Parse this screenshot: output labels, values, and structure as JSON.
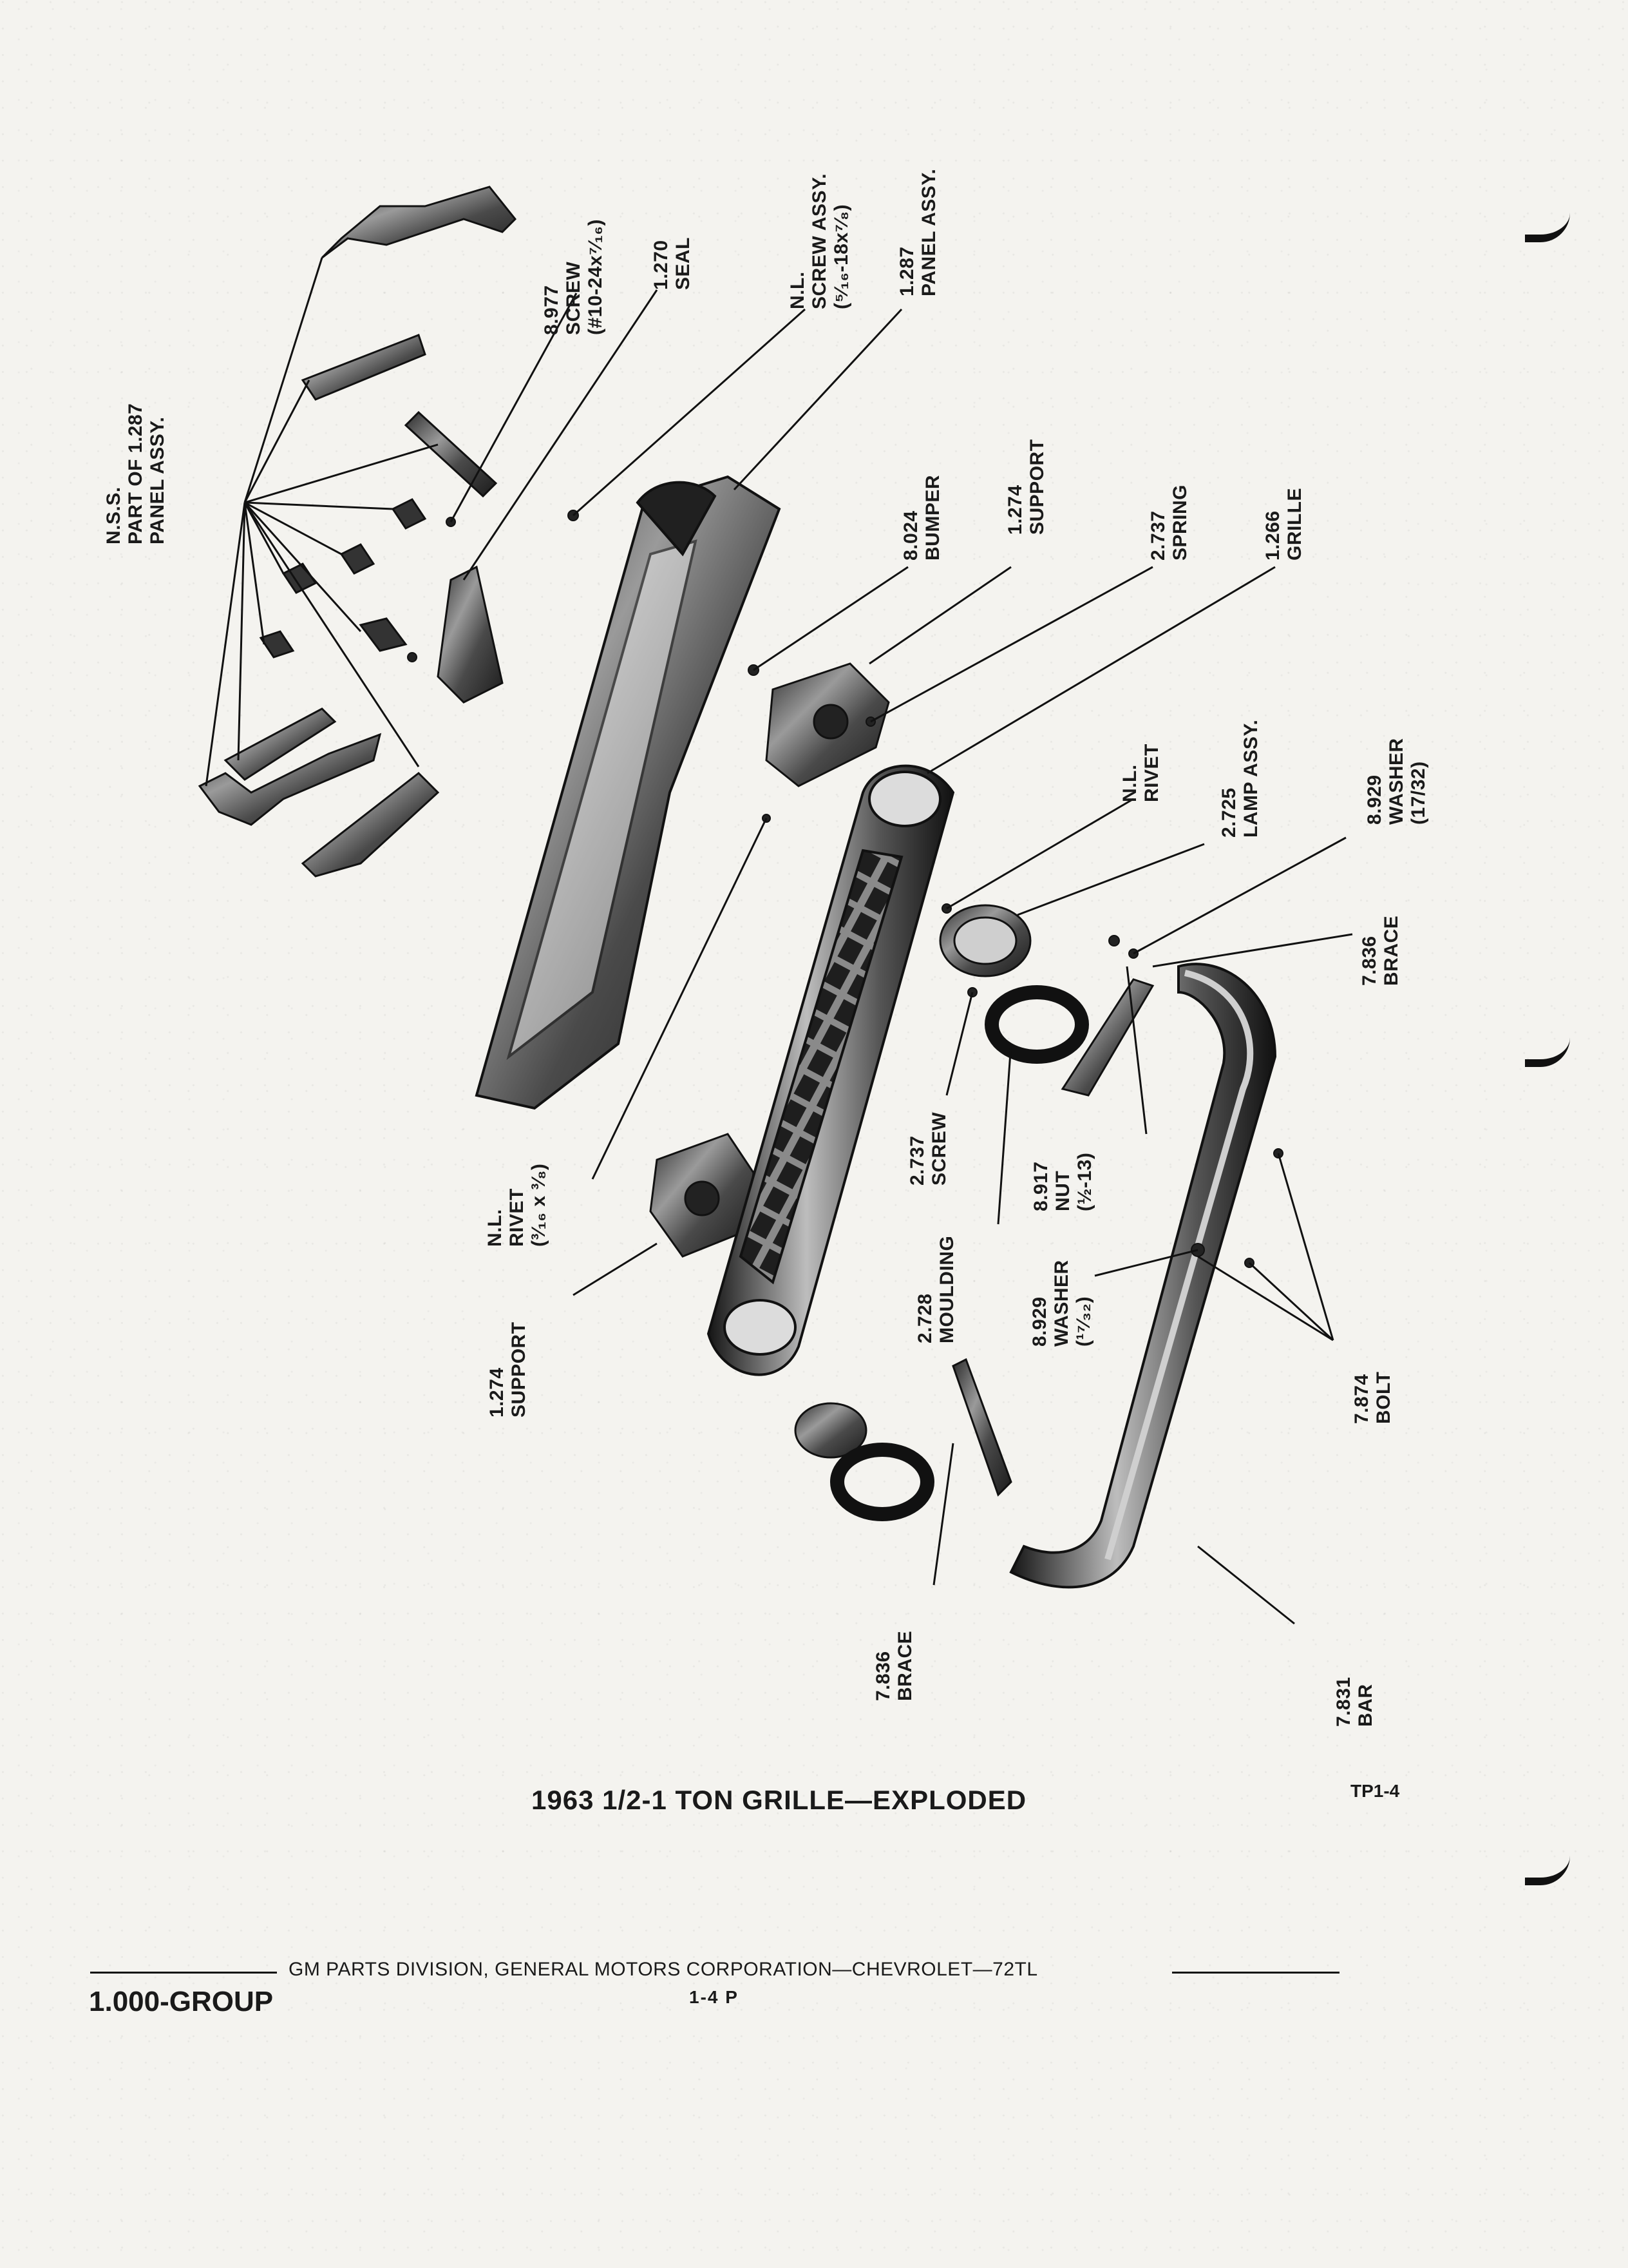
{
  "document": {
    "diagram_title": "1963 1/2-1 TON GRILLE—EXPLODED",
    "figure_code": "TP1-4",
    "footer": {
      "group": "1.000-GROUP",
      "corporation": "GM PARTS DIVISION, GENERAL MOTORS CORPORATION—CHEVROLET—72TL",
      "page": "1-4 P"
    }
  },
  "callouts": [
    {
      "id": "nss",
      "lines": [
        "N.S.S.",
        "PART OF 1.287",
        "PANEL ASSY."
      ]
    },
    {
      "id": "screw-8977",
      "lines": [
        "8.977",
        "SCREW",
        "(#10-24x⁷⁄₁₆)"
      ]
    },
    {
      "id": "seal-1270",
      "lines": [
        "1.270",
        "SEAL"
      ]
    },
    {
      "id": "screw-assy-nl",
      "lines": [
        "N.L.",
        "SCREW ASSY.",
        "(⁵⁄₁₆-18x⁷⁄₈)"
      ]
    },
    {
      "id": "panel-1287",
      "lines": [
        "1.287",
        "PANEL ASSY."
      ]
    },
    {
      "id": "bumper-8024",
      "lines": [
        "8.024",
        "BUMPER"
      ]
    },
    {
      "id": "support-1274-top",
      "lines": [
        "1.274",
        "SUPPORT"
      ]
    },
    {
      "id": "spring-2737",
      "lines": [
        "2.737",
        "SPRING"
      ]
    },
    {
      "id": "grille-1266",
      "lines": [
        "1.266",
        "GRILLE"
      ]
    },
    {
      "id": "rivet-nl-top",
      "lines": [
        "N.L.",
        "RIVET"
      ]
    },
    {
      "id": "lamp-2725",
      "lines": [
        "2.725",
        "LAMP ASSY."
      ]
    },
    {
      "id": "washer-8929-top",
      "lines": [
        "8.929",
        "WASHER",
        "(17/32)"
      ]
    },
    {
      "id": "brace-7836-right",
      "lines": [
        "7.836",
        "BRACE"
      ]
    },
    {
      "id": "rivet-nl-mid",
      "lines": [
        "N.L.",
        "RIVET",
        "(³⁄₁₆ x ³⁄₈)"
      ]
    },
    {
      "id": "screw-2737",
      "lines": [
        "2.737",
        "SCREW"
      ]
    },
    {
      "id": "nut-8917",
      "lines": [
        "8.917",
        "NUT",
        "(½-13)"
      ]
    },
    {
      "id": "moulding-2728",
      "lines": [
        "2.728",
        "MOULDING"
      ]
    },
    {
      "id": "washer-8929-bot",
      "lines": [
        "8.929",
        "WASHER",
        "(¹⁷⁄₃₂)"
      ]
    },
    {
      "id": "support-1274-bot",
      "lines": [
        "1.274",
        "SUPPORT"
      ]
    },
    {
      "id": "bolt-7874",
      "lines": [
        "7.874",
        "BOLT"
      ]
    },
    {
      "id": "brace-7836-bot",
      "lines": [
        "7.836",
        "BRACE"
      ]
    },
    {
      "id": "bar-7831",
      "lines": [
        "7.831",
        "BAR"
      ]
    }
  ]
}
